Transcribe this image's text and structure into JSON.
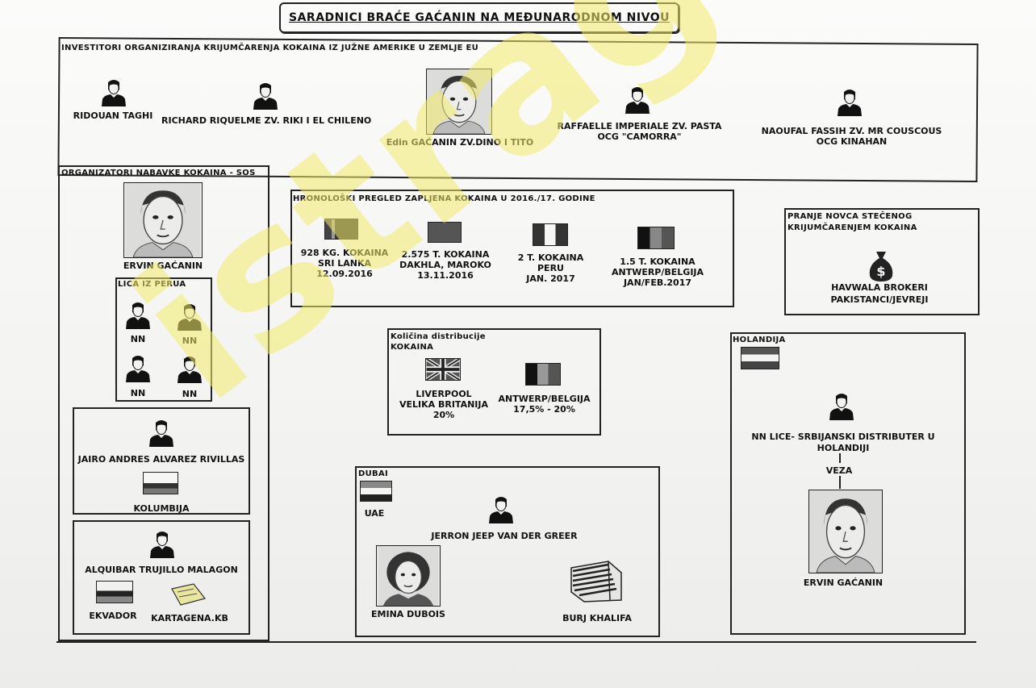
{
  "title": "SARADNICI BRAĆE GAĆANIN NA MEĐUNARODNOM NIVOU",
  "watermark": "istraga.ba",
  "investors": {
    "header": "INVESTITORI ORGANIZIRANJA KRIJUMČARENJA KOKAINA IZ JUŽNE AMERIKE U ZEMLJE EU",
    "people": [
      {
        "name": "RIDOUAN TAGHI",
        "sub": ""
      },
      {
        "name": "RICHARD RIQUELME ZV. RIKI I EL CHILENO",
        "sub": ""
      },
      {
        "name": "Edin GAĆANIN ZV.DINO I TITO",
        "sub": ""
      },
      {
        "name": "RAFFAELLE IMPERIALE ZV. PASTA",
        "sub": "OCG \"CAMORRA\""
      },
      {
        "name": "NAOUFAL FASSIH ZV. MR COUSCOUS",
        "sub": "OCG KINAHAN"
      }
    ]
  },
  "organizers": {
    "header": "ORGANIZATORI NABAVKE KOKAINA - SOS",
    "main_person": "ERVIN GAĆANIN",
    "peru_header": "LICA IZ PERUA",
    "peru_people": [
      "NN",
      "NN",
      "NN",
      "NN"
    ],
    "colombia_person": "JAIRO ANDRES ALVAREZ RIVILLAS",
    "colombia_country": "KOLUMBIJA",
    "ecuador_person": "ALQUIBAR TRUJILLO MALAGON",
    "ecuador_country": "EKVADOR",
    "ecuador_place": "KARTAGENA.KB"
  },
  "seizures": {
    "header": "HRONOLOŠKI PREGLED ZAPLJENA KOKAINA U 2016./17. GODINE",
    "items": [
      {
        "line1": "928 KG. KOKAINA",
        "line2": "SRI LANKA",
        "line3": "12.09.2016"
      },
      {
        "line1": "2.575 T. KOKAINA",
        "line2": "DAKHLA, MAROKO",
        "line3": "13.11.2016"
      },
      {
        "line1": "2 T. KOKAINA",
        "line2": "PERU",
        "line3": "JAN. 2017"
      },
      {
        "line1": "1.5 T. KOKAINA",
        "line2": "ANTWERP/BELGIJA",
        "line3": "JAN/FEB.2017"
      }
    ]
  },
  "laundering": {
    "header_line1": "PRANJE NOVCA STEČENOG",
    "header_line2": "KRIJUMČARENJEM KOKAINA",
    "label_line1": "HAVWALA BROKERI",
    "label_line2": "PAKISTANCI/JEVREJI"
  },
  "distribution": {
    "header_line1": "Količina distribucije",
    "header_line2": "KOKAINA",
    "items": [
      {
        "line1": "LIVERPOOL",
        "line2": "VELIKA BRITANIJA",
        "line3": "20%"
      },
      {
        "line1": "ANTWERP/BELGIJA",
        "line2": "17,5% - 20%",
        "line3": ""
      }
    ]
  },
  "dubai": {
    "header": "DUBAI",
    "country": "UAE",
    "person": "JERRON JEEP VAN DER GREER",
    "photo_person": "EMINA DUBOIS",
    "building": "BURJ KHALIFA"
  },
  "holland": {
    "header": "HOLANDIJA",
    "person_line1": "NN LICE- SRBIJANSKI DISTRIBUTER U",
    "person_line2": "HOLANDIJI",
    "link": "VEZA",
    "photo_person": "ERVIN GAĆANIN"
  }
}
